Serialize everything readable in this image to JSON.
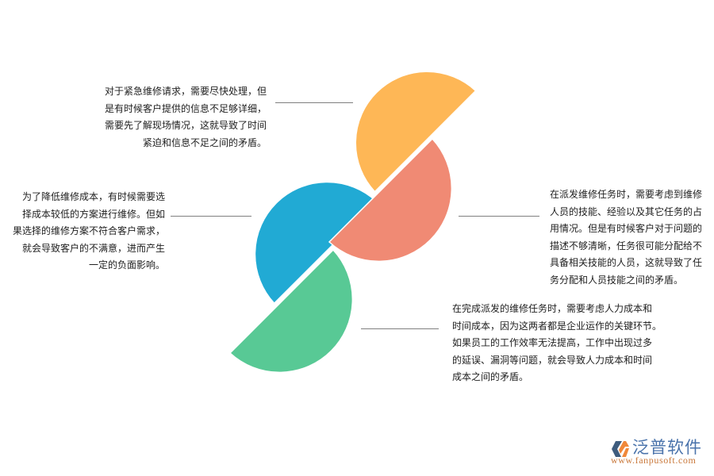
{
  "diagram": {
    "segments": [
      {
        "id": "orange",
        "color": "#FEB756",
        "position": "top",
        "lines": [
          "对于紧急维修请求，需要尽快处理，但",
          "是有时候客户提供的信息不足够详细，",
          "需要先了解现场情况，这就导致了时间",
          "紧迫和信息不足之间的矛盾。"
        ]
      },
      {
        "id": "salmon",
        "color": "#F08A74",
        "position": "upper-right",
        "lines": [
          "在派发维修任务时，需要考虑到维修",
          "人员的技能、经验以及其它任务的占",
          "用情况。但是有时候客户对于问题的",
          "描述不够清晰，任务很可能分配给不",
          "具备相关技能的人员，这就导致了任",
          "务分配和人员技能之间的矛盾。"
        ]
      },
      {
        "id": "blue",
        "color": "#21AAD4",
        "position": "left",
        "lines": [
          "为了降低维修成本，有时候需要选",
          "择成本较低的方案进行维修。但如",
          "果选择的维修方案不符合客户需求，",
          "就会导致客户的不满意，进而产生",
          "一定的负面影响。"
        ]
      },
      {
        "id": "green",
        "color": "#58C995",
        "position": "bottom",
        "lines": [
          "在完成派发的维修任务时，需要考虑人力成本和",
          "时间成本，因为这两者都是企业运作的关键环节。",
          "如果员工的工作效率无法提高，工作中出现过多",
          "的延误、漏洞等问题，就会导致人力成本和时间",
          "成本之间的矛盾。"
        ]
      }
    ],
    "connector_color": "#7F7F7F",
    "text_color": "#1E1E1E"
  },
  "logo": {
    "icon": "fanpu-logo-icon",
    "name": "泛普软件",
    "url": "www.fanpusoft.com",
    "name_color": "#4A73AB",
    "url_color": "#C9783A",
    "icon_colors": {
      "dark": "#3E5C7E",
      "accent": "#F0883A"
    }
  }
}
